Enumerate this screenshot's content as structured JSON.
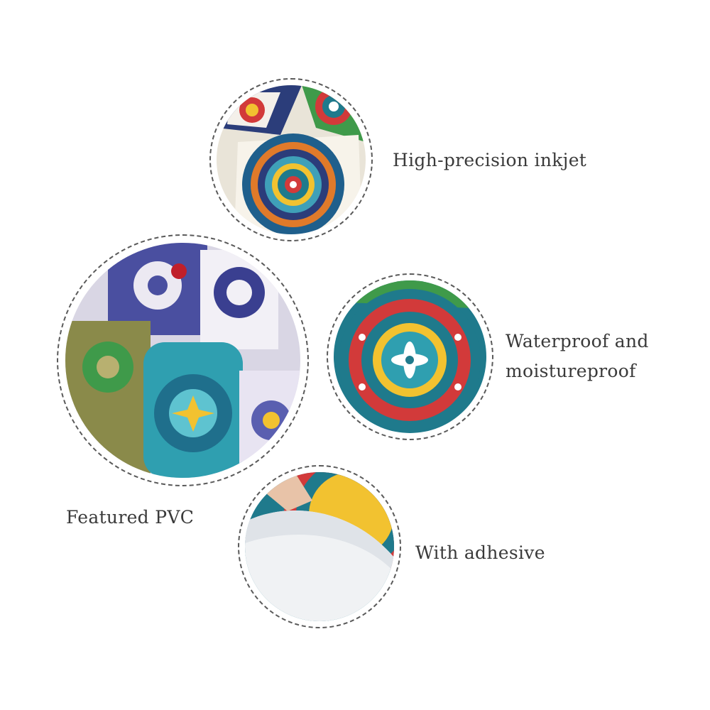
{
  "features": [
    {
      "id": "inkjet",
      "label_lines": [
        "High-precision inkjet"
      ],
      "icon": "mandala-print-photo"
    },
    {
      "id": "waterproof",
      "label_lines": [
        "Waterproof and",
        "moistureproof"
      ],
      "icon": "water-droplets-photo"
    },
    {
      "id": "pvc",
      "label_lines": [
        "Featured PVC"
      ],
      "icon": "pvc-rolls-photo"
    },
    {
      "id": "adhesive",
      "label_lines": [
        "With adhesive"
      ],
      "icon": "peeling-backing-photo"
    }
  ],
  "colors": {
    "ring": "#5a5a5a",
    "text": "#3a3a3a",
    "teal": "#1f7a8c",
    "red": "#d23a3a",
    "yellow": "#f2c230",
    "navy": "#2b3d7a",
    "green": "#3f9a4a"
  }
}
